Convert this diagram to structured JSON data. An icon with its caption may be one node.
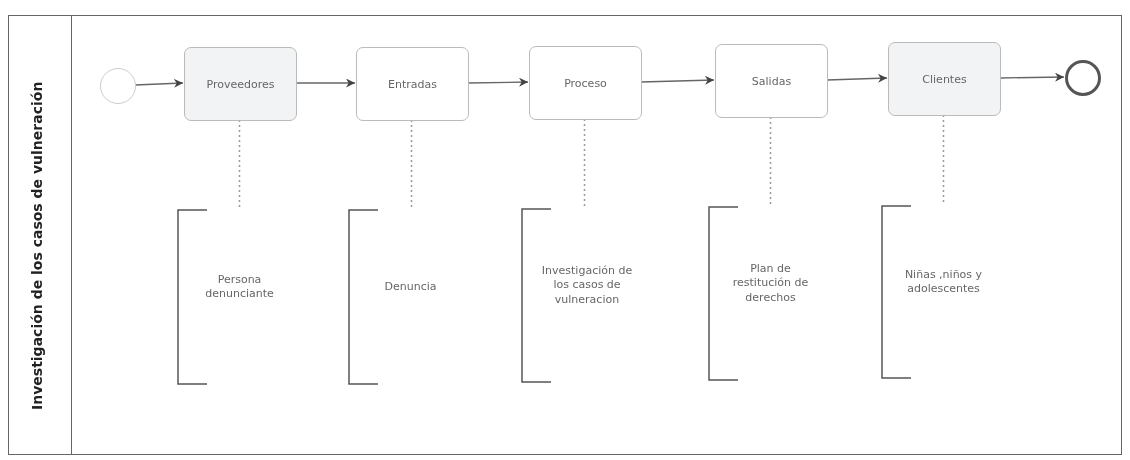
{
  "diagram": {
    "nodes": [
      {
        "text": [
          "Investigación de los casos de vulneración"
        ]
      },
      {
        "text": [],
        "shape": "circle",
        "in": 0
      },
      {
        "text": [
          "Proveedores"
        ],
        "in": 0
      },
      {
        "text": [
          "Entradas"
        ],
        "in": 0
      },
      {
        "text": [
          "Proceso"
        ],
        "in": 0
      },
      {
        "text": [
          "Salidas"
        ],
        "in": 0
      },
      {
        "text": [
          "Clientes"
        ],
        "in": 0
      },
      {
        "text": [],
        "shape": "circle",
        "in": 0
      },
      {
        "text": [
          "Persona denunciante"
        ],
        "in": 0
      },
      {
        "text": [
          "Denuncia"
        ],
        "in": 0
      },
      {
        "text": [
          "Investigación de los casos de vulneracion"
        ],
        "in": 0
      },
      {
        "text": [
          "Plan de restitución de derechos"
        ],
        "in": 0
      },
      {
        "text": [
          "Niñas ,niños y adolescentes"
        ],
        "in": 0
      }
    ],
    "edges": [
      {
        "from": 1,
        "to": 2,
        "arrow": "to"
      },
      {
        "from": 2,
        "to": 3,
        "arrow": "to"
      },
      {
        "from": 3,
        "to": 4,
        "arrow": "to"
      },
      {
        "from": 4,
        "to": 5,
        "arrow": "to"
      },
      {
        "from": 5,
        "to": 6,
        "arrow": "to"
      },
      {
        "from": 6,
        "to": 7,
        "arrow": "to"
      },
      {
        "from": 2,
        "to": 8,
        "arrow": "none",
        "style": "dashed"
      },
      {
        "from": 3,
        "to": 9,
        "arrow": "none",
        "style": "dashed"
      },
      {
        "from": 4,
        "to": 10,
        "arrow": "none",
        "style": "dashed"
      },
      {
        "from": 5,
        "to": 11,
        "arrow": "none",
        "style": "dashed"
      },
      {
        "from": 6,
        "to": 12,
        "arrow": "none",
        "style": "dashed"
      }
    ]
  }
}
